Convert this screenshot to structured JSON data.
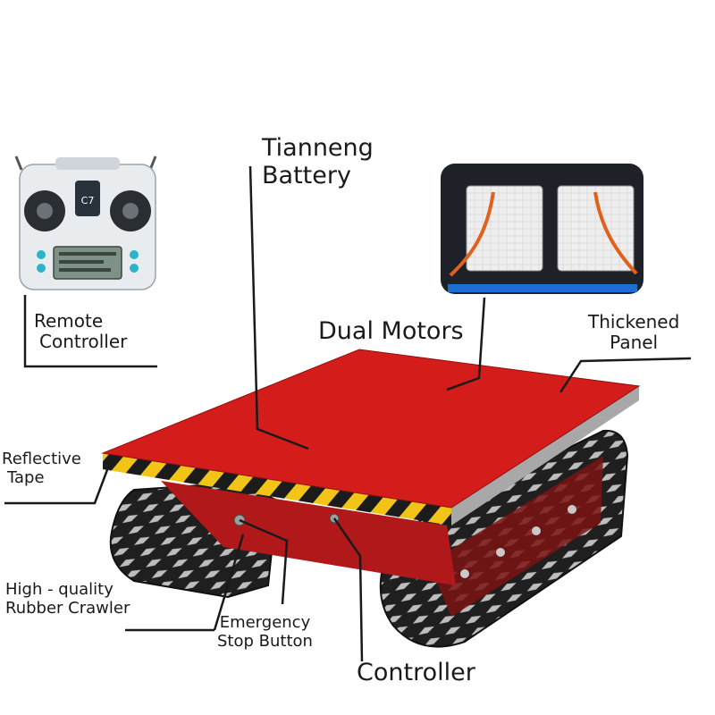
{
  "labels": {
    "battery": [
      "Tianneng",
      "Battery"
    ],
    "dual_motors": "Dual Motors",
    "thickened_panel": [
      "Thickened",
      "Panel"
    ],
    "remote_controller": [
      "Remote",
      "Controller"
    ],
    "reflective_tape": [
      "Reflective",
      "Tape"
    ],
    "rubber_crawler": [
      "High - quality",
      "Rubber Crawler"
    ],
    "emergency_stop": [
      "Emergency",
      "Stop Button"
    ],
    "controller": "Controller"
  },
  "remote_screen": {
    "model": "C7"
  },
  "colors": {
    "panel_red": "#d41d1a",
    "panel_edge": "#a8a8a8",
    "hazard_yellow": "#f2c418",
    "hazard_black": "#1b1b1b",
    "track_black": "#1f1f1f",
    "tread_gray": "#bdbdbd",
    "leader_line": "#1a1a1a",
    "motor_tray_blue": "#1c6fd1",
    "cable_orange": "#e0611b"
  }
}
